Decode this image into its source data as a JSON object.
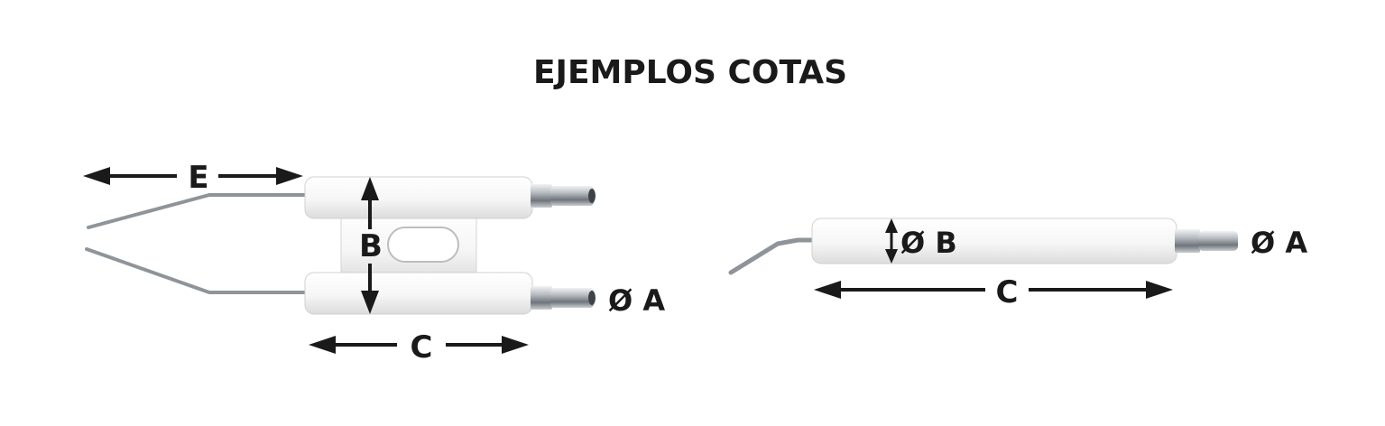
{
  "title": "EJEMPLOS COTAS",
  "colors": {
    "text": "#1a1a1a",
    "ceramic": "#f7f7f7",
    "metal": "#9aa0a6"
  },
  "double_electrode": {
    "label_e": "E",
    "label_b": "B",
    "label_c": "C",
    "label_a": "Ø A"
  },
  "single_electrode": {
    "label_b": "Ø B",
    "label_a": "Ø A",
    "label_c": "C"
  }
}
